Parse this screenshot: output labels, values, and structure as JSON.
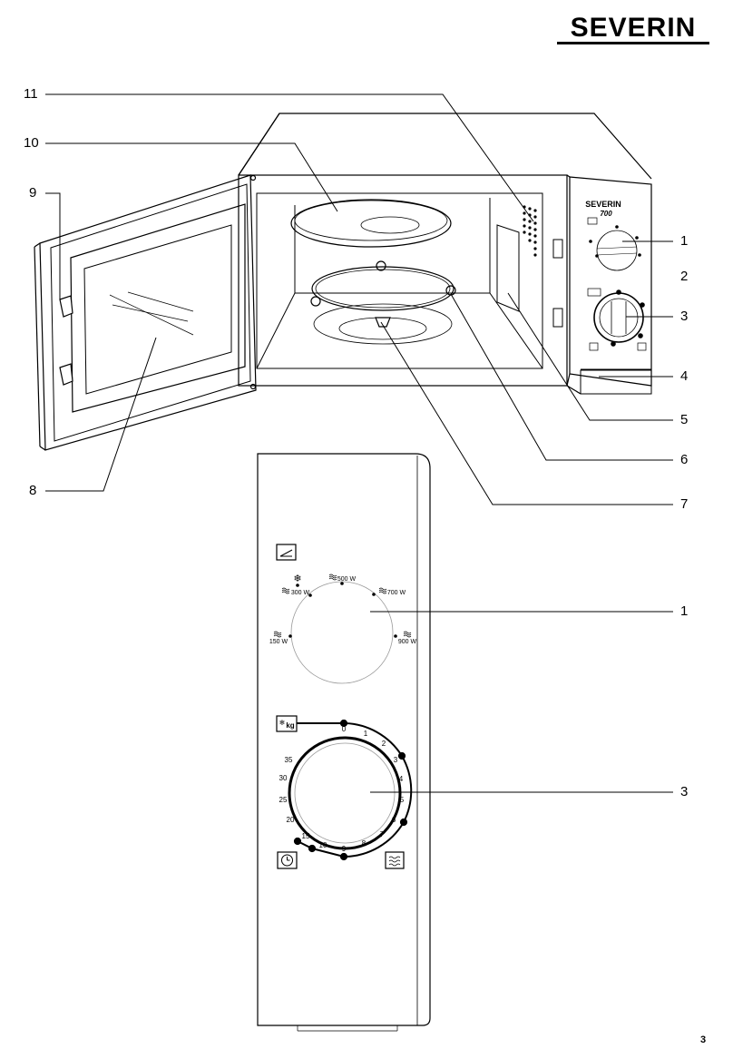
{
  "brand": {
    "name": "SEVERIN"
  },
  "microwave": {
    "brand": "SEVERIN",
    "model": "700"
  },
  "callouts": {
    "n1": "1",
    "n2": "2",
    "n3": "3",
    "n4": "4",
    "n5": "5",
    "n6": "6",
    "n7": "7",
    "n8": "8",
    "n9": "9",
    "n10": "10",
    "n11": "11",
    "n1b": "1",
    "n3b": "3"
  },
  "power_dial": {
    "labels": [
      "150 W",
      "300 W",
      "500 W",
      "700 W",
      "900 W"
    ]
  },
  "timer_dial": {
    "scale": [
      "0",
      "1",
      "2",
      "3",
      "4",
      "5",
      "6",
      "7",
      "8",
      "9",
      "10",
      "15",
      "20",
      "25",
      "30",
      "35"
    ],
    "kg_label": "kg"
  },
  "page": {
    "number": "3"
  }
}
